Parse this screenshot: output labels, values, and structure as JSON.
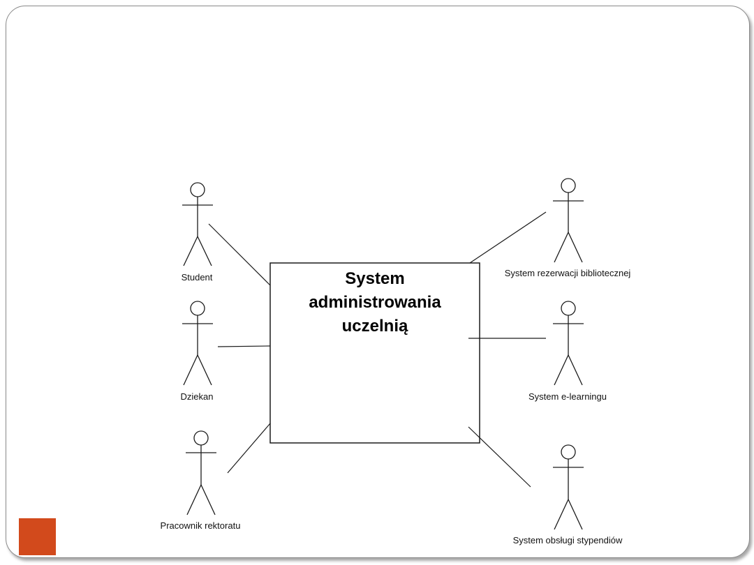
{
  "diagram": {
    "system": {
      "title_lines": [
        "System",
        "administrowania",
        "uczelnią"
      ]
    },
    "actors": [
      {
        "label": "Student"
      },
      {
        "label": "Dziekan"
      },
      {
        "label": "Pracownik rektoratu"
      },
      {
        "label": "System rezerwacji bibliotecznej"
      },
      {
        "label": "System e-learningu"
      },
      {
        "label": "System obsługi stypendiów"
      }
    ]
  },
  "colors": {
    "accent": "#d24a1c",
    "line": "#1a1a1a",
    "background": "#ffffff"
  }
}
